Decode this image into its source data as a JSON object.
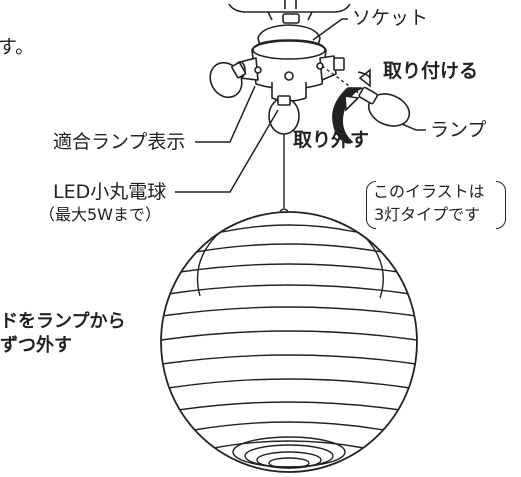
{
  "colors": {
    "ink": "#222222",
    "background": "#ffffff"
  },
  "text": {
    "edge_mark": "す。",
    "socket_label": "ソケット",
    "attach_label": "取り付ける",
    "remove_label": "取り外す",
    "lamp_label": "ランプ",
    "indicator_label": "適合ランプ表示",
    "led_label": "LED小丸電球",
    "led_note": "（最大5Wまで）",
    "illustration_note_line1": "このイラストは",
    "illustration_note_line2": "3灯タイプです",
    "shade_note_line1": "ドをランプから",
    "shade_note_line2": "ずつ外す"
  },
  "icons": {
    "rotation": "rotation-arrow-icon",
    "lamp": "lamp-bulb-icon"
  }
}
